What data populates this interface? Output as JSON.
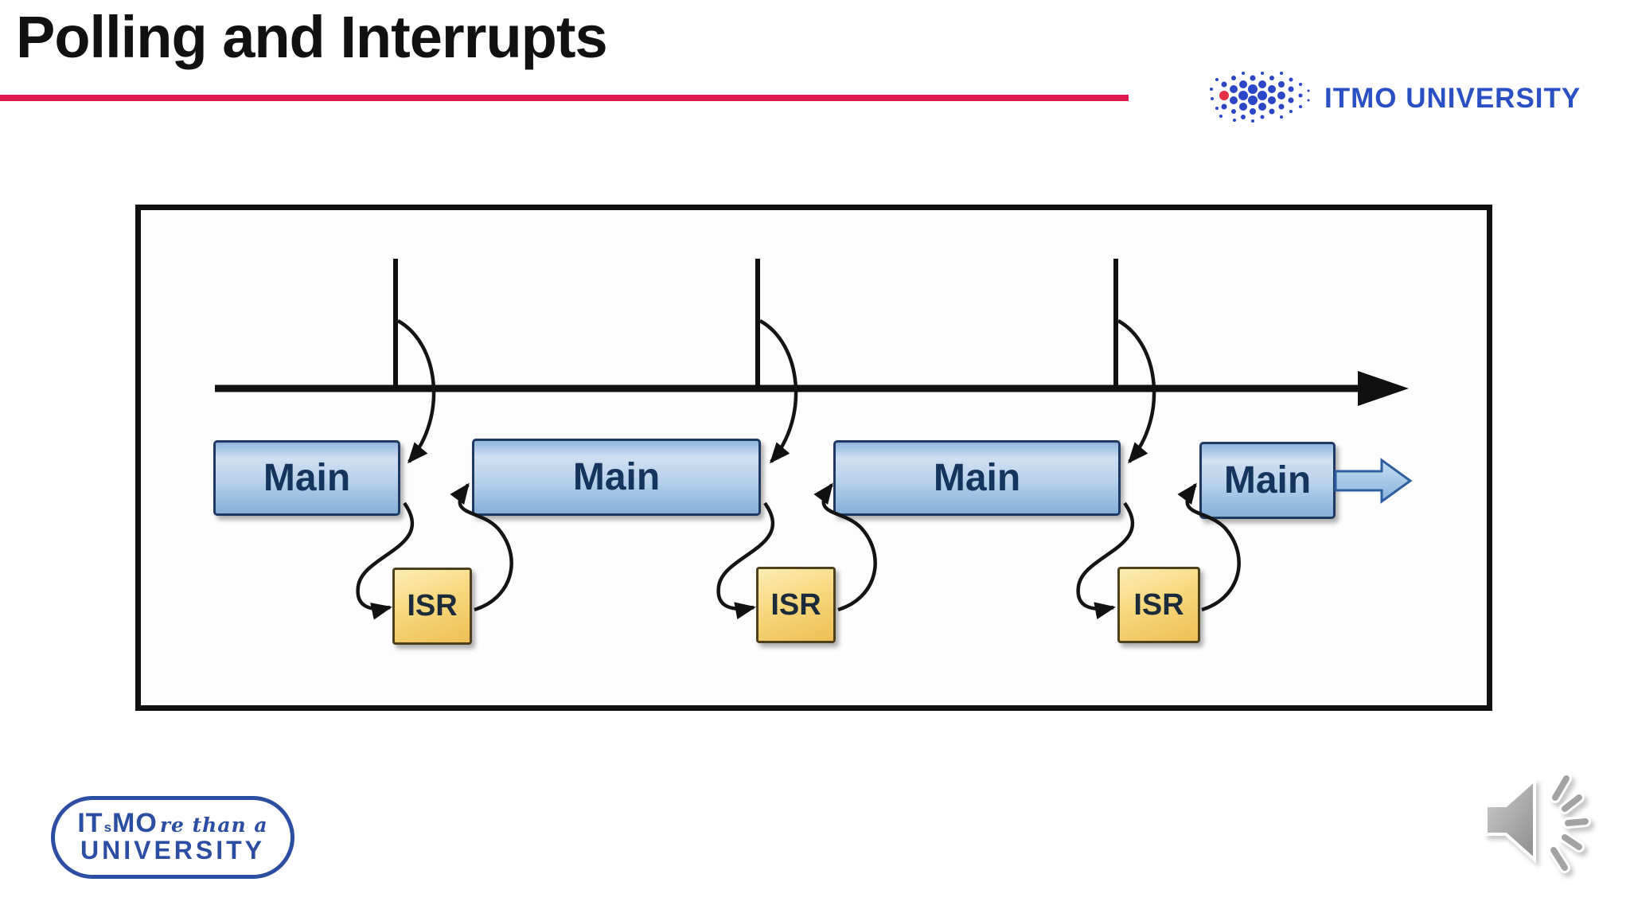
{
  "header": {
    "title": "Polling and Interrupts"
  },
  "logo_top_right": {
    "text": "ITMO UNIVERSITY"
  },
  "diagram": {
    "description": "Timeline with interrupt ticks; Main program segments interrupted by ISR calls",
    "main_blocks": [
      {
        "label": "Main"
      },
      {
        "label": "Main"
      },
      {
        "label": "Main"
      },
      {
        "label": "Main"
      }
    ],
    "isr_blocks": [
      {
        "label": "ISR"
      },
      {
        "label": "ISR"
      },
      {
        "label": "ISR"
      }
    ]
  },
  "logo_bottom_left": {
    "part1": "IT",
    "part_s": "s",
    "part2": "MO",
    "script": "re than a",
    "line2": "UNIVERSITY"
  },
  "icons": {
    "speaker": "audio-speaker-icon",
    "itmo_dots": "itmo-dot-pattern",
    "timeline": "timeline-arrow",
    "block_arrow": "continue-right-arrow"
  },
  "colors": {
    "accent_red": "#dc1a50",
    "itmo_blue": "#2b50c4",
    "main_fill": "#b7d1ea",
    "main_border": "#1e3a62",
    "isr_fill": "#f7d87e",
    "isr_border": "#4d411c",
    "line_black": "#111111"
  }
}
